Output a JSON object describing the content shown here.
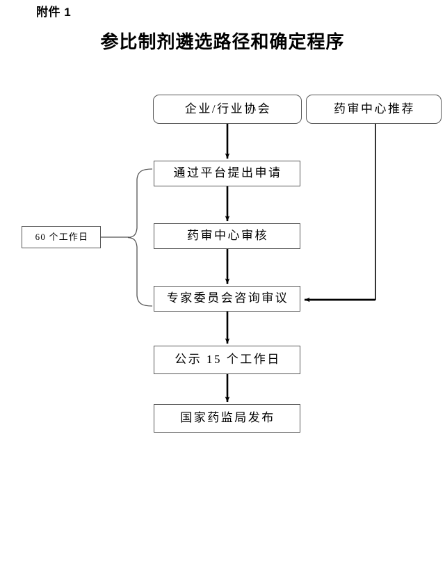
{
  "document": {
    "attachment_label": "附件 1",
    "title": "参比制剂遴选路径和确定程序"
  },
  "chart_data": {
    "type": "diagram",
    "diagram_kind": "flowchart",
    "title": "参比制剂遴选路径和确定程序",
    "orientation": "top-to-bottom",
    "nodes": [
      {
        "id": "enterprise",
        "label": "企业/行业协会",
        "shape": "rounded-rect",
        "column": "main",
        "order": 1
      },
      {
        "id": "cde_recommend",
        "label": "药审中心推荐",
        "shape": "rounded-rect",
        "column": "right",
        "order": 1
      },
      {
        "id": "apply_platform",
        "label": "通过平台提出申请",
        "shape": "rect",
        "column": "main",
        "order": 2
      },
      {
        "id": "cde_review",
        "label": "药审中心审核",
        "shape": "rect",
        "column": "main",
        "order": 3
      },
      {
        "id": "expert_committee",
        "label": "专家委员会咨询审议",
        "shape": "rect",
        "column": "main",
        "order": 4
      },
      {
        "id": "publicity",
        "label": "公示 15 个工作日",
        "shape": "rect",
        "column": "main",
        "order": 5
      },
      {
        "id": "nmpa_release",
        "label": "国家药监局发布",
        "shape": "rect",
        "column": "main",
        "order": 6
      },
      {
        "id": "sixty_workdays",
        "label": "60 个工作日",
        "shape": "rect",
        "column": "left",
        "order": 1
      }
    ],
    "edges": [
      {
        "from": "enterprise",
        "to": "apply_platform",
        "style": "arrow-down"
      },
      {
        "from": "apply_platform",
        "to": "cde_review",
        "style": "arrow-down"
      },
      {
        "from": "cde_review",
        "to": "expert_committee",
        "style": "arrow-down"
      },
      {
        "from": "expert_committee",
        "to": "publicity",
        "style": "arrow-down"
      },
      {
        "from": "publicity",
        "to": "nmpa_release",
        "style": "arrow-down"
      },
      {
        "from": "cde_recommend",
        "to": "expert_committee",
        "style": "elbow-arrow-left"
      }
    ],
    "annotations": [
      {
        "id": "brace_60_workdays",
        "label": "60 个工作日",
        "kind": "curly-brace",
        "spans": [
          "apply_platform",
          "cde_review",
          "expert_committee"
        ],
        "side": "left"
      }
    ],
    "colors": {
      "stroke": "#555555",
      "arrow": "#000000",
      "background": "#ffffff",
      "text": "#000000"
    }
  }
}
